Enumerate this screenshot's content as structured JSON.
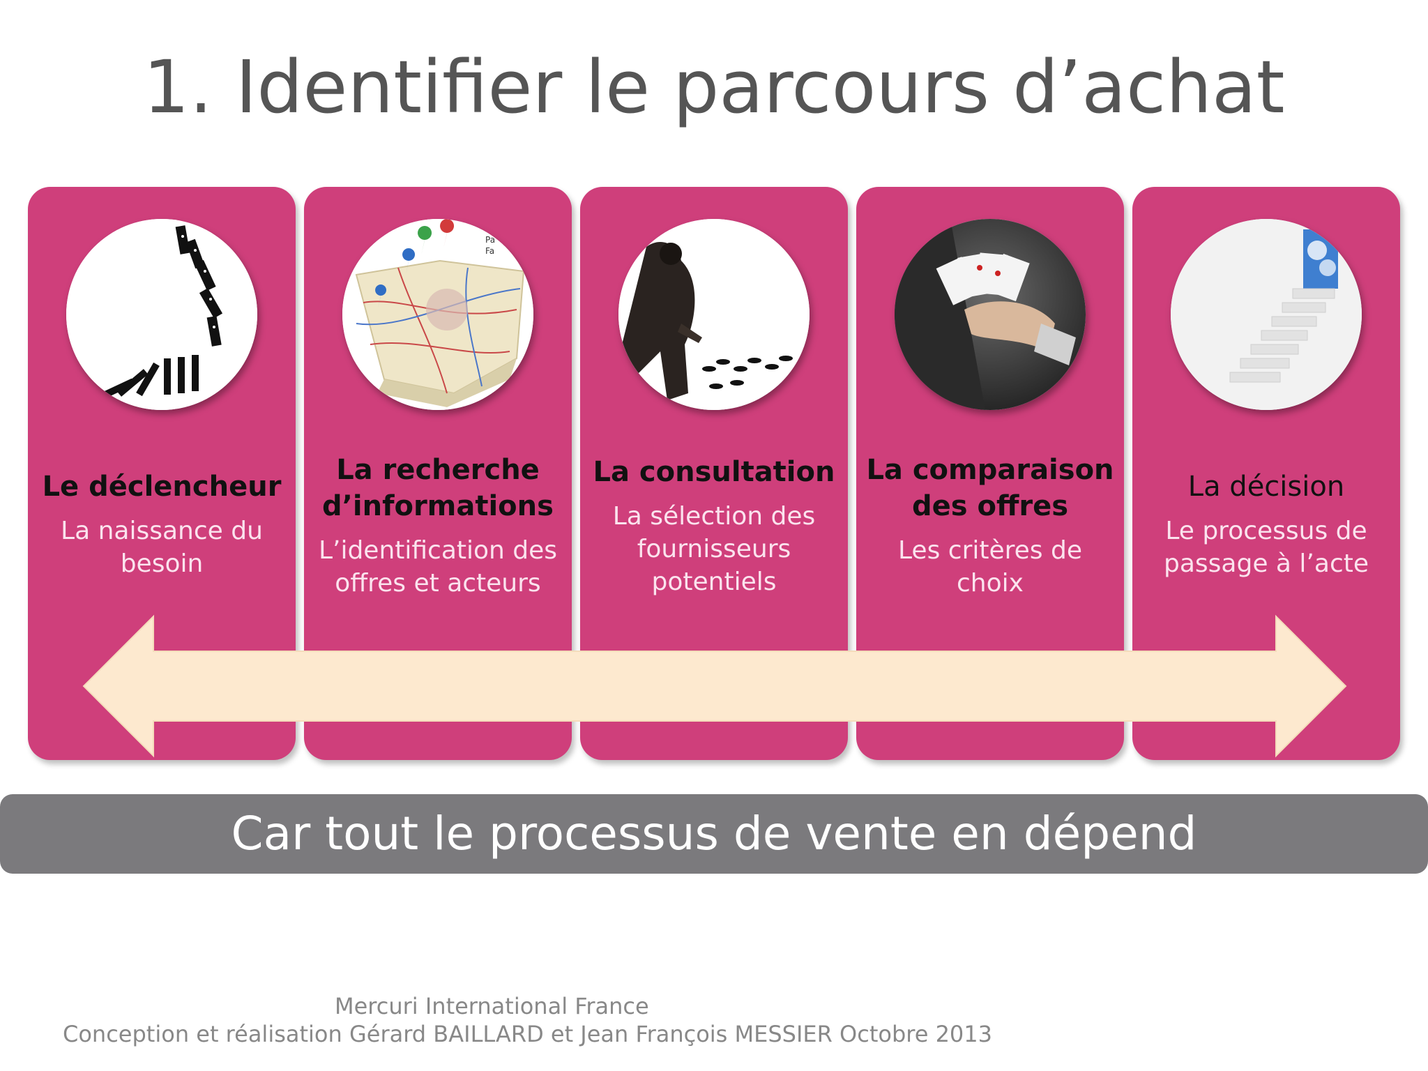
{
  "slide": {
    "title": "1. Identifier le parcours d’achat",
    "banner": "Car tout le processus de vente en dépend",
    "footer_line1": "Mercuri International  France",
    "footer_line2": "Conception et réalisation Gérard BAILLARD et Jean François MESSIER Octobre 2013"
  },
  "steps": [
    {
      "heading": "Le déclencheur",
      "description": "La naissance du besoin",
      "image": "falling-dominoes-image"
    },
    {
      "heading": "La recherche d’informations",
      "description": "L’identification des offres et acteurs",
      "image": "map-with-pins-image"
    },
    {
      "heading": "La consultation",
      "description": "La sélection des fournisseurs potentiels",
      "image": "man-following-footprints-image"
    },
    {
      "heading": "La comparaison des offres",
      "description": "Les critères de choix",
      "image": "hand-holding-cards-image"
    },
    {
      "heading": "La décision",
      "description": "Le processus de passage à l’acte",
      "image": "stairs-to-door-image"
    }
  ],
  "colors": {
    "card": "#cf3f7b",
    "arrow": "#fde9cf",
    "banner": "#7b7a7d",
    "title": "#555555"
  }
}
